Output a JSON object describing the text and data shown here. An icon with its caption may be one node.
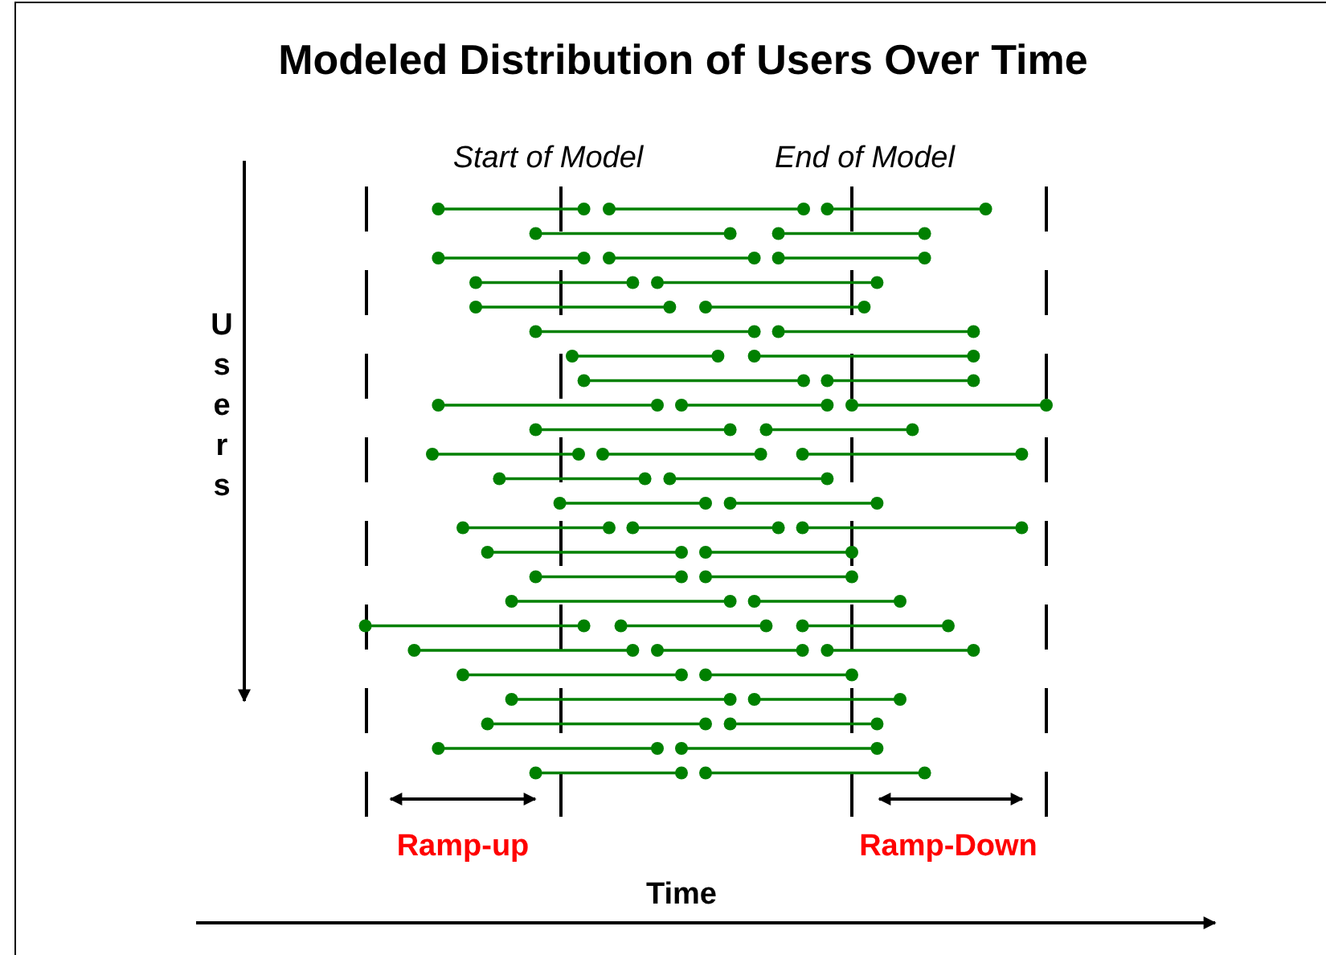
{
  "diagram": {
    "title": "Modeled Distribution of Users Over Time",
    "labels": [
      "Start of Model",
      "End of Model",
      "Users",
      "Ramp-up",
      "Ramp-Down",
      "Time"
    ]
  }
}
